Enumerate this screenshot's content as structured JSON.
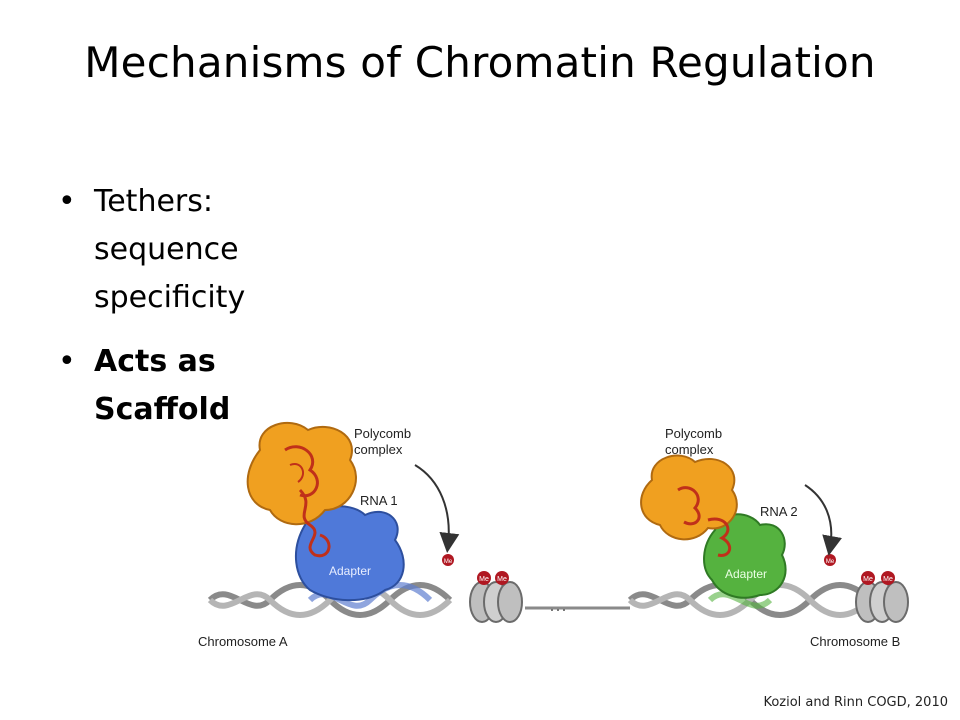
{
  "title": "Mechanisms of Chromatin Regulation",
  "bullets": [
    {
      "lines": [
        "Tethers:",
        "sequence",
        "specificity"
      ],
      "bold": false
    },
    {
      "lines": [
        "Acts as",
        "Scaffold"
      ],
      "bold": true
    }
  ],
  "figure": {
    "left": {
      "complex_label_1": "Polycomb",
      "complex_label_2": "complex",
      "rna_label": "RNA 1",
      "adapter_label": "Adapter",
      "chromosome_label": "Chromosome A",
      "adapter_color": "#4f79d9"
    },
    "right": {
      "complex_label_1": "Polycomb",
      "complex_label_2": "complex",
      "rna_label": "RNA 2",
      "adapter_label": "Adapter",
      "chromosome_label": "Chromosome B",
      "adapter_color": "#55b23f"
    },
    "complex_color": "#f0a020",
    "me_label": "Me"
  },
  "citation": "Koziol and Rinn COGD, 2010"
}
